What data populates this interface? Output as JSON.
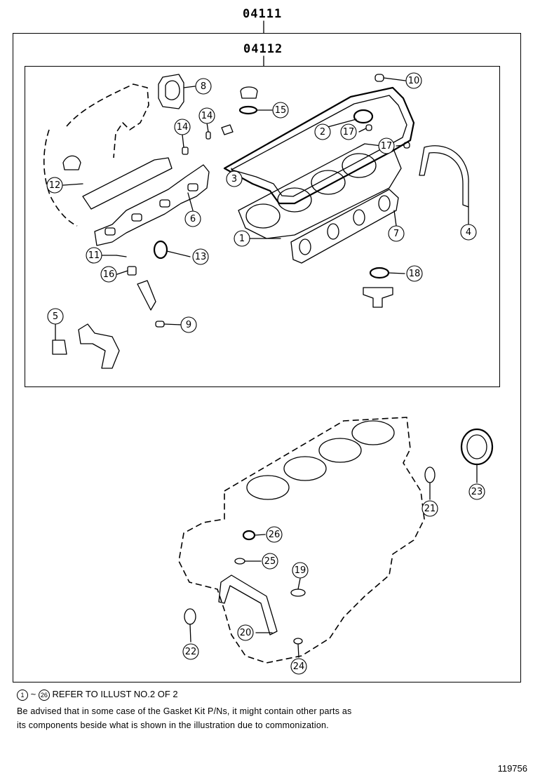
{
  "kit_labels": {
    "outer": "04111",
    "inner": "04112"
  },
  "callouts": [
    "1",
    "2",
    "3",
    "4",
    "5",
    "6",
    "7",
    "8",
    "9",
    "10",
    "11",
    "12",
    "13",
    "14",
    "14",
    "15",
    "16",
    "17",
    "17",
    "18",
    "19",
    "20",
    "21",
    "22",
    "23",
    "24",
    "25",
    "26"
  ],
  "refer_note": {
    "range_start": "1",
    "range_sep": "~",
    "range_end": "26",
    "text": "REFER TO ILLUST NO.2 OF 2"
  },
  "advisory": {
    "line1": "Be advised that in some case of the Gasket Kit P/Ns,  it might contain other parts as",
    "line2": "its components beside what is shown in the illustration due to commonization."
  },
  "illustration_number": "119756"
}
